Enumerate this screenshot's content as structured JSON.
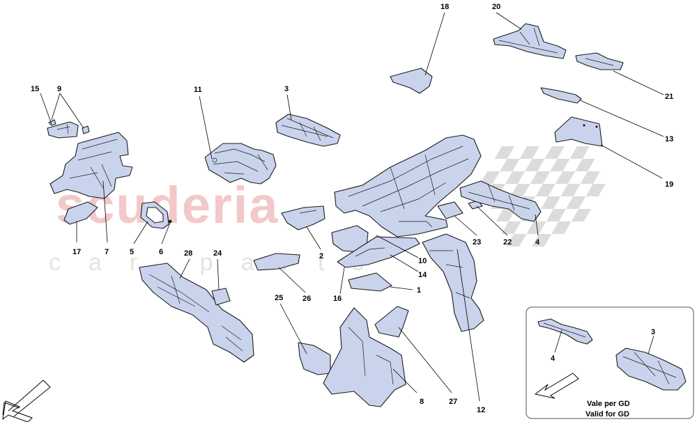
{
  "watermark": {
    "brand": "scuderia",
    "sub": "car parts"
  },
  "callouts": {
    "c1": "1",
    "c2": "2",
    "c3": "3",
    "c3b": "3",
    "c4": "4",
    "c4b": "4",
    "c5": "5",
    "c6": "6",
    "c7": "7",
    "c8": "8",
    "c9": "9",
    "c10": "10",
    "c11": "11",
    "c12": "12",
    "c13": "13",
    "c14": "14",
    "c15": "15",
    "c16": "16",
    "c17": "17",
    "c18": "18",
    "c19": "19",
    "c20": "20",
    "c21": "21",
    "c22": "22",
    "c23": "23",
    "c24": "24",
    "c25": "25",
    "c26": "26",
    "c27": "27",
    "c28": "28"
  },
  "inset": {
    "note_it": "Vale per GD",
    "note_en": "Valid for GD"
  },
  "colors": {
    "part_fill": "#c9d3ec",
    "outline": "#1b1b1b",
    "watermark_red": "#f2c8c8",
    "watermark_grey": "#e3e3e3"
  },
  "icons": {
    "direction": "direction-arrow-icon"
  }
}
